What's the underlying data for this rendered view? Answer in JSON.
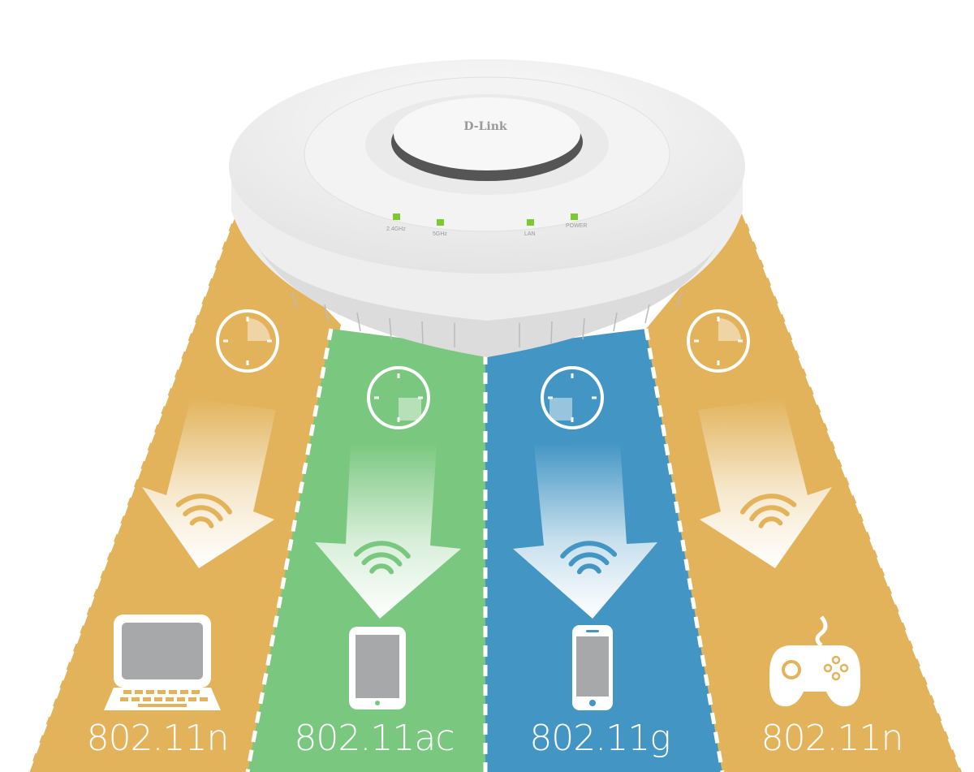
{
  "device": {
    "brand": "D-Link",
    "leds": [
      "2.4GHz",
      "5GHz",
      "LAN",
      "POWER"
    ]
  },
  "colors": {
    "band_orange": "#E2B35B",
    "band_green": "#7AC77F",
    "band_blue": "#4395C4",
    "led_green": "#7CCB2E"
  },
  "lanes": [
    {
      "standard": "802.11n",
      "client": "laptop-icon",
      "color": "band_orange"
    },
    {
      "standard": "802.11ac",
      "client": "tablet-icon",
      "color": "band_green"
    },
    {
      "standard": "802.11g",
      "client": "smartphone-icon",
      "color": "band_blue"
    },
    {
      "standard": "802.11n",
      "client": "gamepad-icon",
      "color": "band_orange"
    }
  ]
}
